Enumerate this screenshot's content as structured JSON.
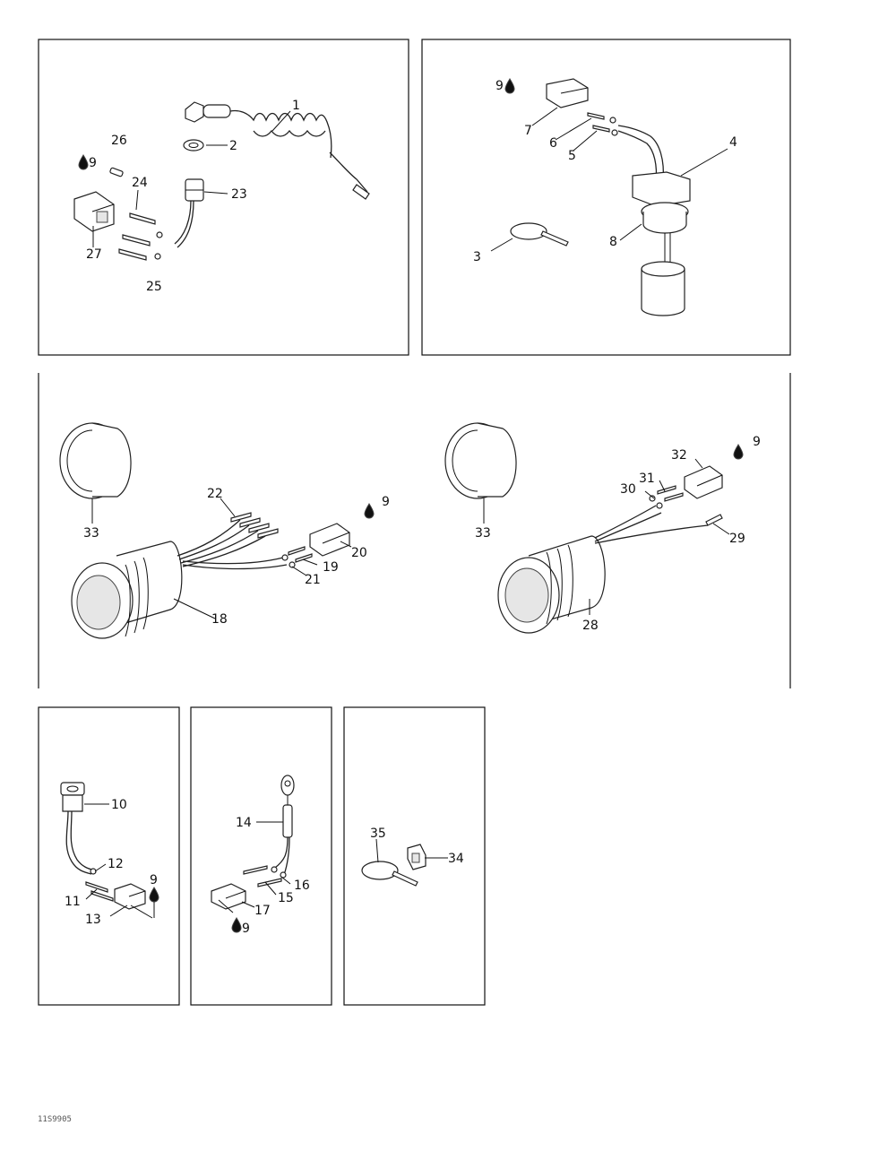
{
  "labels": {
    "l1": "1",
    "l2": "2",
    "l3": "3",
    "l4": "4",
    "l5": "5",
    "l6": "6",
    "l7": "7",
    "l8": "8",
    "l9": "9",
    "l10": "10",
    "l11": "11",
    "l12": "12",
    "l13": "13",
    "l14": "14",
    "l15": "15",
    "l16": "16",
    "l17": "17",
    "l18": "18",
    "l19": "19",
    "l20": "20",
    "l21": "21",
    "l22": "22",
    "l23": "23",
    "l24": "24",
    "l25": "25",
    "l26": "26",
    "l27": "27",
    "l28": "28",
    "l29": "29",
    "l30": "30",
    "l31": "31",
    "l32": "32",
    "l33": "33",
    "l34": "34",
    "l35": "35"
  },
  "footer": {
    "ref": "11S9905"
  },
  "icons": {
    "lubricant": "oil-drop-icon"
  },
  "colors": {
    "line": "#111111",
    "paper": "#ffffff"
  }
}
